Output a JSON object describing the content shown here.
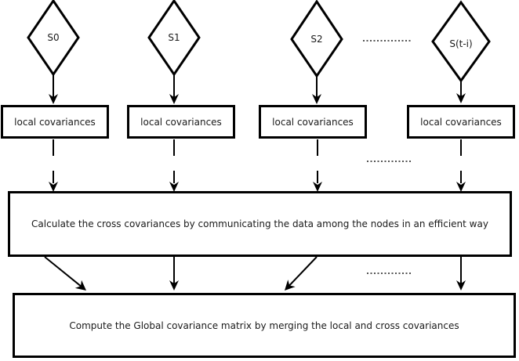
{
  "figure": {
    "type": "flow-diagram",
    "background_color": "#ffffff",
    "line_color": "#000000",
    "dots_color": "#555555",
    "text_color": "#1a1a1a",
    "nodes": [
      {
        "id": "s0",
        "shape": "diamond",
        "label": "S0"
      },
      {
        "id": "s1",
        "shape": "diamond",
        "label": "S1"
      },
      {
        "id": "s2",
        "shape": "diamond",
        "label": "S2"
      },
      {
        "id": "sti",
        "shape": "diamond",
        "label": "S(t-i)"
      }
    ],
    "local_boxes": [
      {
        "label": "local covariances"
      },
      {
        "label": "local covariances"
      },
      {
        "label": "local covariances"
      },
      {
        "label": "local covariances"
      }
    ],
    "cross_box": {
      "label": "Calculate the cross covariances by communicating the data among the nodes in an efficient way"
    },
    "global_box": {
      "label": "Compute the Global covariance matrix by merging the local and cross covariances"
    },
    "ellipsis_marks": [
      "................",
      "................",
      "................"
    ]
  }
}
